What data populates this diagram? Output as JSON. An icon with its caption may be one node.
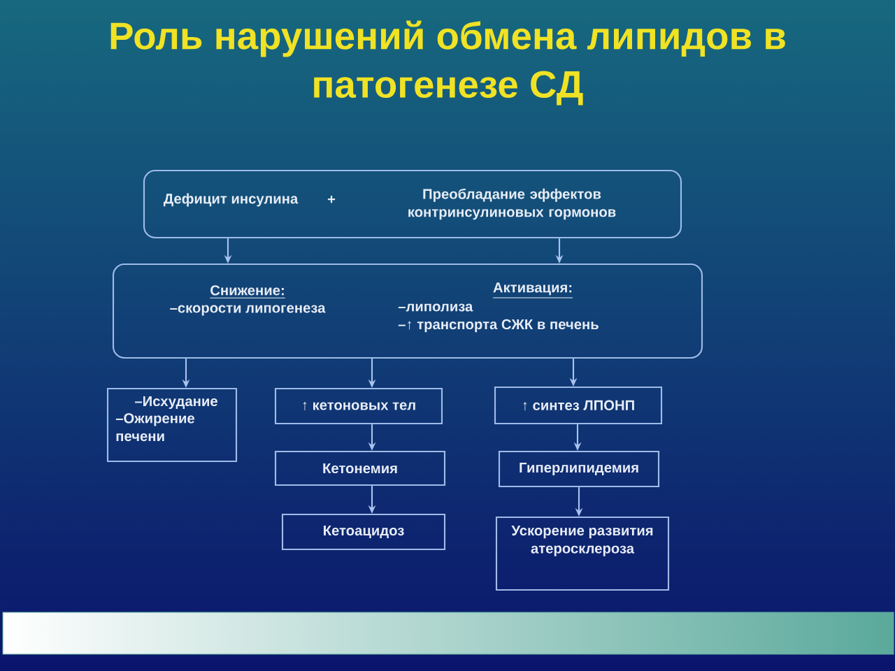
{
  "diagram": {
    "title": "Роль нарушений обмена липидов в патогенезе СД",
    "nodes": [
      {
        "text": [
          "Дефицит инсулина",
          "+",
          "Преобладание эффектов контринсулиновых гормонов"
        ]
      },
      {
        "text": [
          "Снижение:",
          "–скорости липогенеза",
          "Активация:",
          "–липолиза",
          "–↑ транспорта СЖК в печень"
        ]
      },
      {
        "text": [
          "–Исхудание",
          "–Ожирение печени"
        ]
      },
      {
        "text": [
          "↑ кетоновых тел"
        ]
      },
      {
        "text": [
          "Кетонемия"
        ]
      },
      {
        "text": [
          "Кетоацидоз"
        ]
      },
      {
        "text": [
          "↑ синтез ЛПОНП"
        ]
      },
      {
        "text": [
          "Гиперлипидемия"
        ]
      },
      {
        "text": [
          "Ускорение развития атеросклероза"
        ]
      }
    ],
    "edges": [
      {
        "from": 0,
        "to": 1,
        "arrow": "to"
      },
      {
        "from": 0,
        "to": 1,
        "arrow": "to"
      },
      {
        "from": 1,
        "to": 2,
        "arrow": "to"
      },
      {
        "from": 1,
        "to": 3,
        "arrow": "to"
      },
      {
        "from": 1,
        "to": 6,
        "arrow": "to"
      },
      {
        "from": 3,
        "to": 4,
        "arrow": "to"
      },
      {
        "from": 4,
        "to": 5,
        "arrow": "to"
      },
      {
        "from": 6,
        "to": 7,
        "arrow": "to"
      },
      {
        "from": 7,
        "to": 8,
        "arrow": "to"
      }
    ]
  }
}
